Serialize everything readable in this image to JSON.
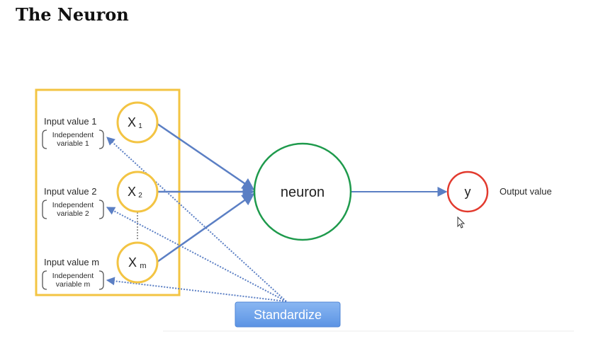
{
  "page_title": "The Neuron",
  "inputs": [
    {
      "label": "Input value 1",
      "sub_line1": "Independent",
      "sub_line2": "variable 1",
      "node": "X",
      "subscript": "1"
    },
    {
      "label": "Input value 2",
      "sub_line1": "Independent",
      "sub_line2": "variable 2",
      "node": "X",
      "subscript": "2"
    },
    {
      "label": "Input value m",
      "sub_line1": "Independent",
      "sub_line2": "variable m",
      "node": "X",
      "subscript": "m"
    }
  ],
  "neuron": {
    "label": "neuron"
  },
  "output": {
    "node": "y",
    "label": "Output value"
  },
  "standardize": {
    "label": "Standardize"
  },
  "colors": {
    "input_box_border": "#f3c443",
    "input_node_border": "#f3c443",
    "neuron_border": "#1e9a4c",
    "output_border": "#e23a2e",
    "arrow": "#5b7fc4",
    "standardize_bg": "#6aa1ea"
  }
}
